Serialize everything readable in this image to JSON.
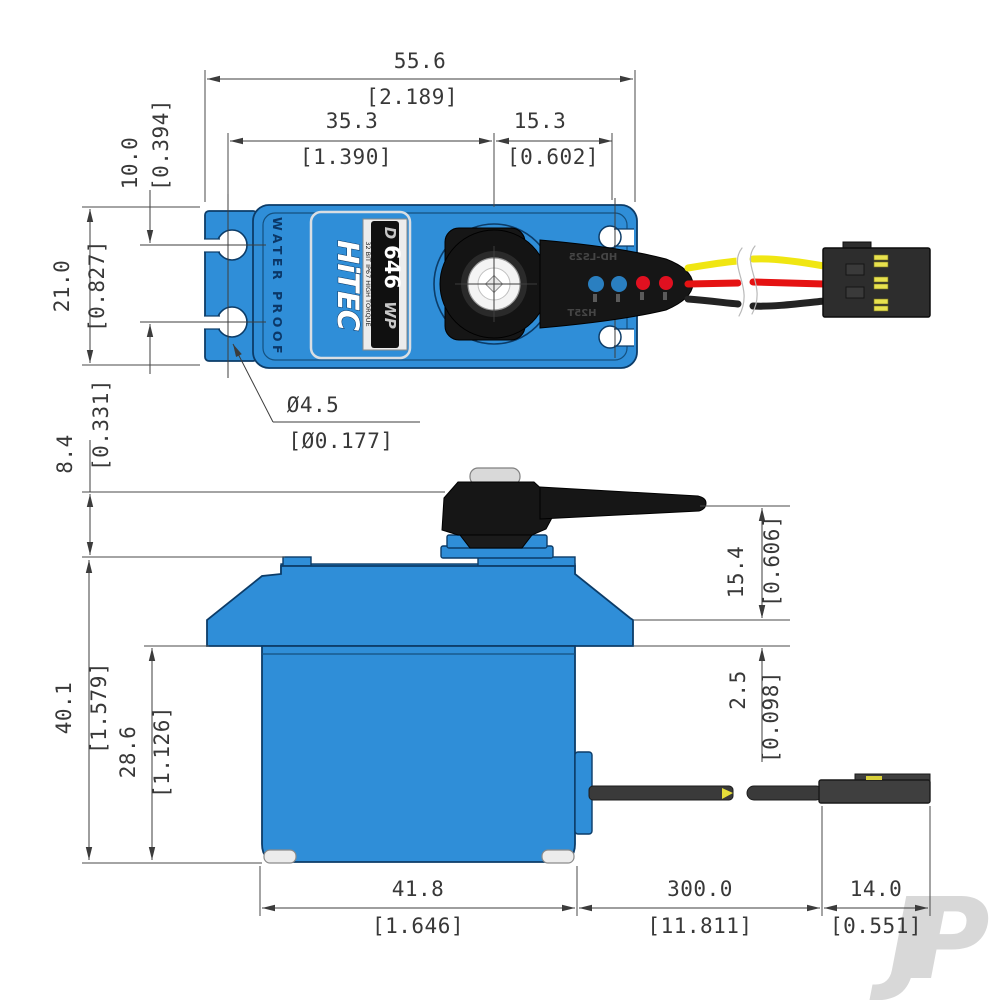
{
  "views": {
    "top_view": {
      "case_text": "WATER PROOF",
      "brand": "HiTEC",
      "model": {
        "prefix": "D",
        "number": "646",
        "suffix": "WP"
      },
      "spec": "32 BIT IP67 HIGH TORQUE",
      "arm_marking_top": "HD-LS25",
      "arm_marking_bottom": "H25T"
    },
    "watermark": "JP"
  },
  "dimensions": {
    "overall_length": {
      "mm": "55.6",
      "inch": "[2.189]"
    },
    "shaft_to_left": {
      "mm": "35.3",
      "inch": "[1.390]"
    },
    "shaft_to_right": {
      "mm": "15.3",
      "inch": "[0.602]"
    },
    "hole_pitch": {
      "mm": "10.0",
      "inch": "[0.394]"
    },
    "case_width": {
      "mm": "21.0",
      "inch": "[0.827]"
    },
    "hole_diameter": {
      "mm": "Ø4.5",
      "inch": "[Ø0.177]"
    },
    "horn_above_case": {
      "mm": "8.4",
      "inch": "[0.331]"
    },
    "horn_to_flange": {
      "mm": "15.4",
      "inch": "[0.606]"
    },
    "flange_thickness": {
      "mm": "2.5",
      "inch": "[0.098]"
    },
    "overall_height": {
      "mm": "40.1",
      "inch": "[1.579]"
    },
    "flange_to_bottom": {
      "mm": "28.6",
      "inch": "[1.126]"
    },
    "case_length": {
      "mm": "41.8",
      "inch": "[1.646]"
    },
    "cable_length": {
      "mm": "300.0",
      "inch": "[11.811]"
    },
    "connector_length": {
      "mm": "14.0",
      "inch": "[0.551]"
    }
  },
  "colors": {
    "case_blue": "#2F8ED8",
    "outline_navy": "#0C3C68",
    "horn_black": "#161616",
    "wire_yellow": "#F0E612",
    "wire_red": "#E51212",
    "wire_black": "#232323",
    "connector_gray": "#2D2D2D",
    "contact_gold": "#E8E24E",
    "dimension_gray": "#3C3C3C",
    "watermark_gray": "#D8D8D8"
  }
}
